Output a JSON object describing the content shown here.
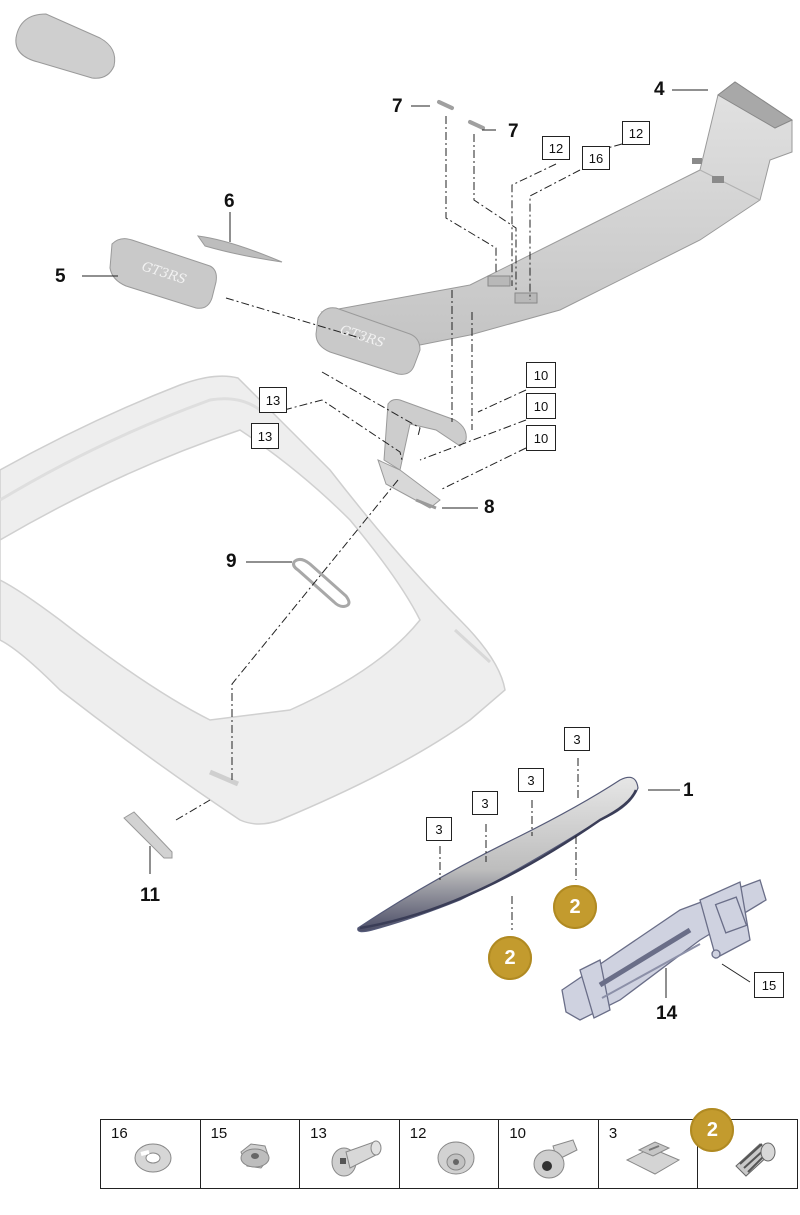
{
  "callouts": {
    "c1": "1",
    "c4": "4",
    "c5": "5",
    "c6": "6",
    "c7a": "7",
    "c7b": "7",
    "c8": "8",
    "c9": "9",
    "c11": "11",
    "c14": "14"
  },
  "boxed": {
    "b12a": "12",
    "b12b": "12",
    "b16": "16",
    "b13a": "13",
    "b13b": "13",
    "b10a": "10",
    "b10b": "10",
    "b10c": "10",
    "b3a": "3",
    "b3b": "3",
    "b3c": "3",
    "b3d": "3",
    "b15": "15"
  },
  "coins": {
    "k1": "2",
    "k2": "2",
    "k3": "2"
  },
  "legend": [
    {
      "number": "16",
      "icon": "spring-washer-icon"
    },
    {
      "number": "15",
      "icon": "hex-nut-icon"
    },
    {
      "number": "13",
      "icon": "screw-icon"
    },
    {
      "number": "12",
      "icon": "washer-nut-icon"
    },
    {
      "number": "10",
      "icon": "torx-bolt-icon"
    },
    {
      "number": "3",
      "icon": "clip-nut-icon"
    },
    {
      "number": "",
      "icon": "expansion-rivet-icon"
    }
  ],
  "colors": {
    "part_fill": "#d9d9d9",
    "part_shade": "#a9a9a9",
    "coin": "#c39b2e",
    "line": "#222222"
  }
}
